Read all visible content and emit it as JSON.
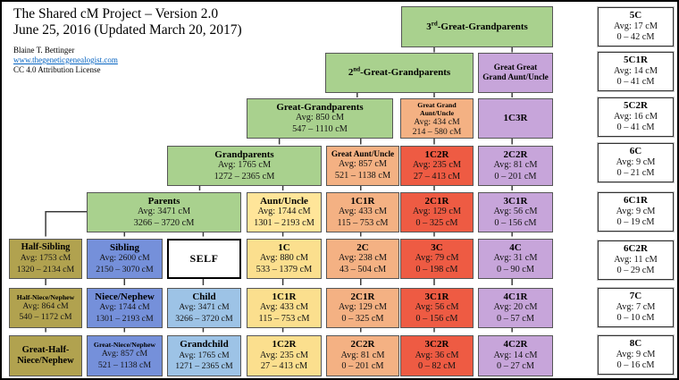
{
  "header": {
    "title_line1": "The Shared cM Project – Version 2.0",
    "title_line2": "June 25, 2016 (Updated March 20, 2017)",
    "author": "Blaine T. Bettinger",
    "website": "www.thegeneticgenealogist.com",
    "license": "CC 4.0 Attribution License"
  },
  "colors": {
    "green": "#a9d18e",
    "purple": "#c7a5da",
    "orange": "#f4b183",
    "red": "#ee5b43",
    "yellow": "#ffe599",
    "gold": "#fbdf8e",
    "olive": "#b1a24f",
    "blue": "#7590da",
    "light_blue": "#9dc3e6",
    "link_blue": "#0563c1"
  },
  "nodes": {
    "n3gg": {
      "num": "3",
      "sup": "rd",
      "rest": "-Great-Grandparents"
    },
    "n2gg": {
      "num": "2",
      "sup": "nd",
      "rest": "-Great-Grandparents"
    },
    "gggau": {
      "line1": "Great Great",
      "line2": "Grand Aunt/Uncle"
    },
    "ggp": {
      "label": "Great-Grandparents",
      "avg": "Avg: 850 cM",
      "range": "547 – 1110 cM"
    },
    "ggau": {
      "line1": "Great Grand",
      "line2": "Aunt/Uncle",
      "avg": "Avg: 434 cM",
      "range": "214 – 580 cM"
    },
    "c1r3": {
      "label": "1C3R"
    },
    "gp": {
      "label": "Grandparents",
      "avg": "Avg: 1765 cM",
      "range": "1272 – 2365 cM"
    },
    "gau": {
      "label": "Great Aunt/Uncle",
      "avg": "Avg: 857 cM",
      "range": "521 – 1138 cM"
    },
    "c1r2u": {
      "label": "1C2R",
      "avg": "Avg: 235 cM",
      "range": "27 – 413 cM"
    },
    "c2r2u": {
      "label": "2C2R",
      "avg": "Avg: 81 cM",
      "range": "0 – 201 cM"
    },
    "parents": {
      "label": "Parents",
      "avg": "Avg: 3471 cM",
      "range": "3266 – 3720 cM"
    },
    "au": {
      "label": "Aunt/Uncle",
      "avg": "Avg: 1744 cM",
      "range": "1301 – 2193 cM"
    },
    "c1r1u": {
      "label": "1C1R",
      "avg": "Avg: 433 cM",
      "range": "115 – 753 cM"
    },
    "c2r1u": {
      "label": "2C1R",
      "avg": "Avg: 129 cM",
      "range": "0 – 325 cM"
    },
    "c3r1u": {
      "label": "3C1R",
      "avg": "Avg: 56 cM",
      "range": "0 – 156 cM"
    },
    "halfsib": {
      "label": "Half-Sibling",
      "avg": "Avg: 1753 cM",
      "range": "1320 – 2134 cM"
    },
    "sib": {
      "label": "Sibling",
      "avg": "Avg: 2600 cM",
      "range": "2150 – 3070 cM"
    },
    "self": {
      "label": "SELF"
    },
    "c1": {
      "label": "1C",
      "avg": "Avg: 880 cM",
      "range": "533 – 1379 cM"
    },
    "c2": {
      "label": "2C",
      "avg": "Avg: 238 cM",
      "range": "43 – 504 cM"
    },
    "c3": {
      "label": "3C",
      "avg": "Avg: 79 cM",
      "range": "0 – 198 cM"
    },
    "c4": {
      "label": "4C",
      "avg": "Avg: 31 cM",
      "range": "0 – 90 cM"
    },
    "halfnn": {
      "label": "Half-Niece/Nephew",
      "avg": "Avg: 864 cM",
      "range": "540 – 1172 cM"
    },
    "nn": {
      "label": "Niece/Nephew",
      "avg": "Avg: 1744 cM",
      "range": "1301 – 2193 cM"
    },
    "child": {
      "label": "Child",
      "avg": "Avg: 3471 cM",
      "range": "3266 – 3720 cM"
    },
    "c1r1d": {
      "label": "1C1R",
      "avg": "Avg: 433 cM",
      "range": "115 – 753 cM"
    },
    "c2r1d": {
      "label": "2C1R",
      "avg": "Avg: 129 cM",
      "range": "0 – 325 cM"
    },
    "c3r1d": {
      "label": "3C1R",
      "avg": "Avg: 56 cM",
      "range": "0 – 156 cM"
    },
    "c4r1": {
      "label": "4C1R",
      "avg": "Avg: 20 cM",
      "range": "0 – 57 cM"
    },
    "ghnn": {
      "line1": "Great-Half-",
      "line2": "Niece/Nephew"
    },
    "gnn": {
      "label": "Great-Niece/Nephew",
      "avg": "Avg: 857 cM",
      "range": "521 – 1138 cM"
    },
    "gchild": {
      "label": "Grandchild",
      "avg": "Avg: 1765 cM",
      "range": "1271 – 2365 cM"
    },
    "c1r2d": {
      "label": "1C2R",
      "avg": "Avg: 235 cM",
      "range": "27 – 413 cM"
    },
    "c2r2d": {
      "label": "2C2R",
      "avg": "Avg: 81 cM",
      "range": "0 – 201 cM"
    },
    "c3r2": {
      "label": "3C2R",
      "avg": "Avg: 36 cM",
      "range": "0 – 82 cM"
    },
    "c4r2": {
      "label": "4C2R",
      "avg": "Avg: 14 cM",
      "range": "0 – 27 cM"
    },
    "c5": {
      "label": "5C",
      "avg": "Avg: 17 cM",
      "range": "0 – 42 cM"
    },
    "c5r1": {
      "label": "5C1R",
      "avg": "Avg: 14 cM",
      "range": "0 – 41 cM"
    },
    "c5r2": {
      "label": "5C2R",
      "avg": "Avg: 16 cM",
      "range": "0 – 41 cM"
    },
    "c6": {
      "label": "6C",
      "avg": "Avg: 9 cM",
      "range": "0 – 21 cM"
    },
    "c6r1": {
      "label": "6C1R",
      "avg": "Avg: 9 cM",
      "range": "0 – 19 cM"
    },
    "c6r2": {
      "label": "6C2R",
      "avg": "Avg: 11 cM",
      "range": "0 – 29 cM"
    },
    "c7": {
      "label": "7C",
      "avg": "Avg: 7 cM",
      "range": "0 – 10 cM"
    },
    "c8": {
      "label": "8C",
      "avg": "Avg: 9 cM",
      "range": "0 – 16 cM"
    }
  }
}
